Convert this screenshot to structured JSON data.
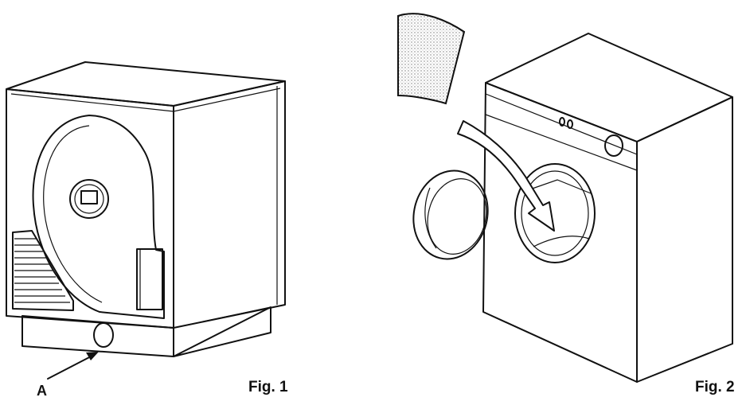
{
  "figures": [
    {
      "label": "Fig. 1",
      "callout": "A"
    },
    {
      "label": "Fig. 2"
    }
  ]
}
